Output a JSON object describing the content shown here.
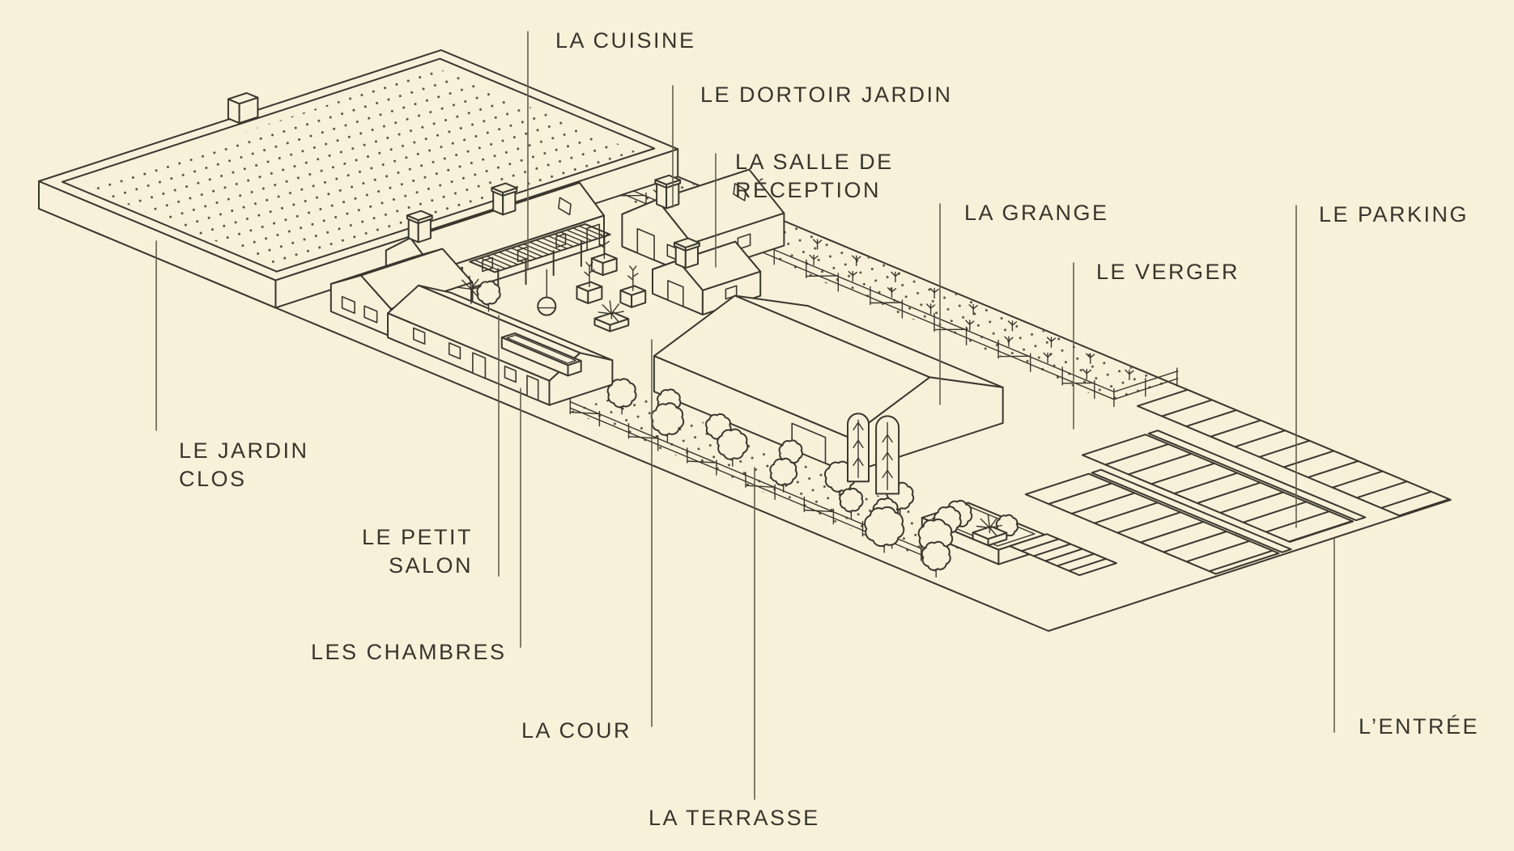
{
  "scene": {
    "background_color": "#f7f1da",
    "ink_color": "#3a372e",
    "leader_color": "#63604f",
    "dot_color": "#56533f",
    "type": "isometric-site-plan"
  },
  "labels": [
    {
      "id": "la-cuisine",
      "lines": [
        "LA CUISINE"
      ]
    },
    {
      "id": "le-dortoir-jardin",
      "lines": [
        "LE DORTOIR JARDIN"
      ]
    },
    {
      "id": "la-salle-de-reception",
      "lines": [
        "LA SALLE DE",
        "RÉCEPTION"
      ]
    },
    {
      "id": "la-grange",
      "lines": [
        "LA GRANGE"
      ]
    },
    {
      "id": "le-verger",
      "lines": [
        "LE VERGER"
      ]
    },
    {
      "id": "le-parking",
      "lines": [
        "LE PARKING"
      ]
    },
    {
      "id": "le-jardin-clos",
      "lines": [
        "LE JARDIN",
        "CLOS"
      ]
    },
    {
      "id": "le-petit-salon",
      "lines": [
        "LE PETIT",
        "SALON"
      ]
    },
    {
      "id": "les-chambres",
      "lines": [
        "LES CHAMBRES"
      ]
    },
    {
      "id": "la-cour",
      "lines": [
        "LA COUR"
      ]
    },
    {
      "id": "la-terrasse",
      "lines": [
        "LA TERRASSE"
      ]
    },
    {
      "id": "l-entree",
      "lines": [
        "L’ENTRÉE"
      ]
    }
  ]
}
